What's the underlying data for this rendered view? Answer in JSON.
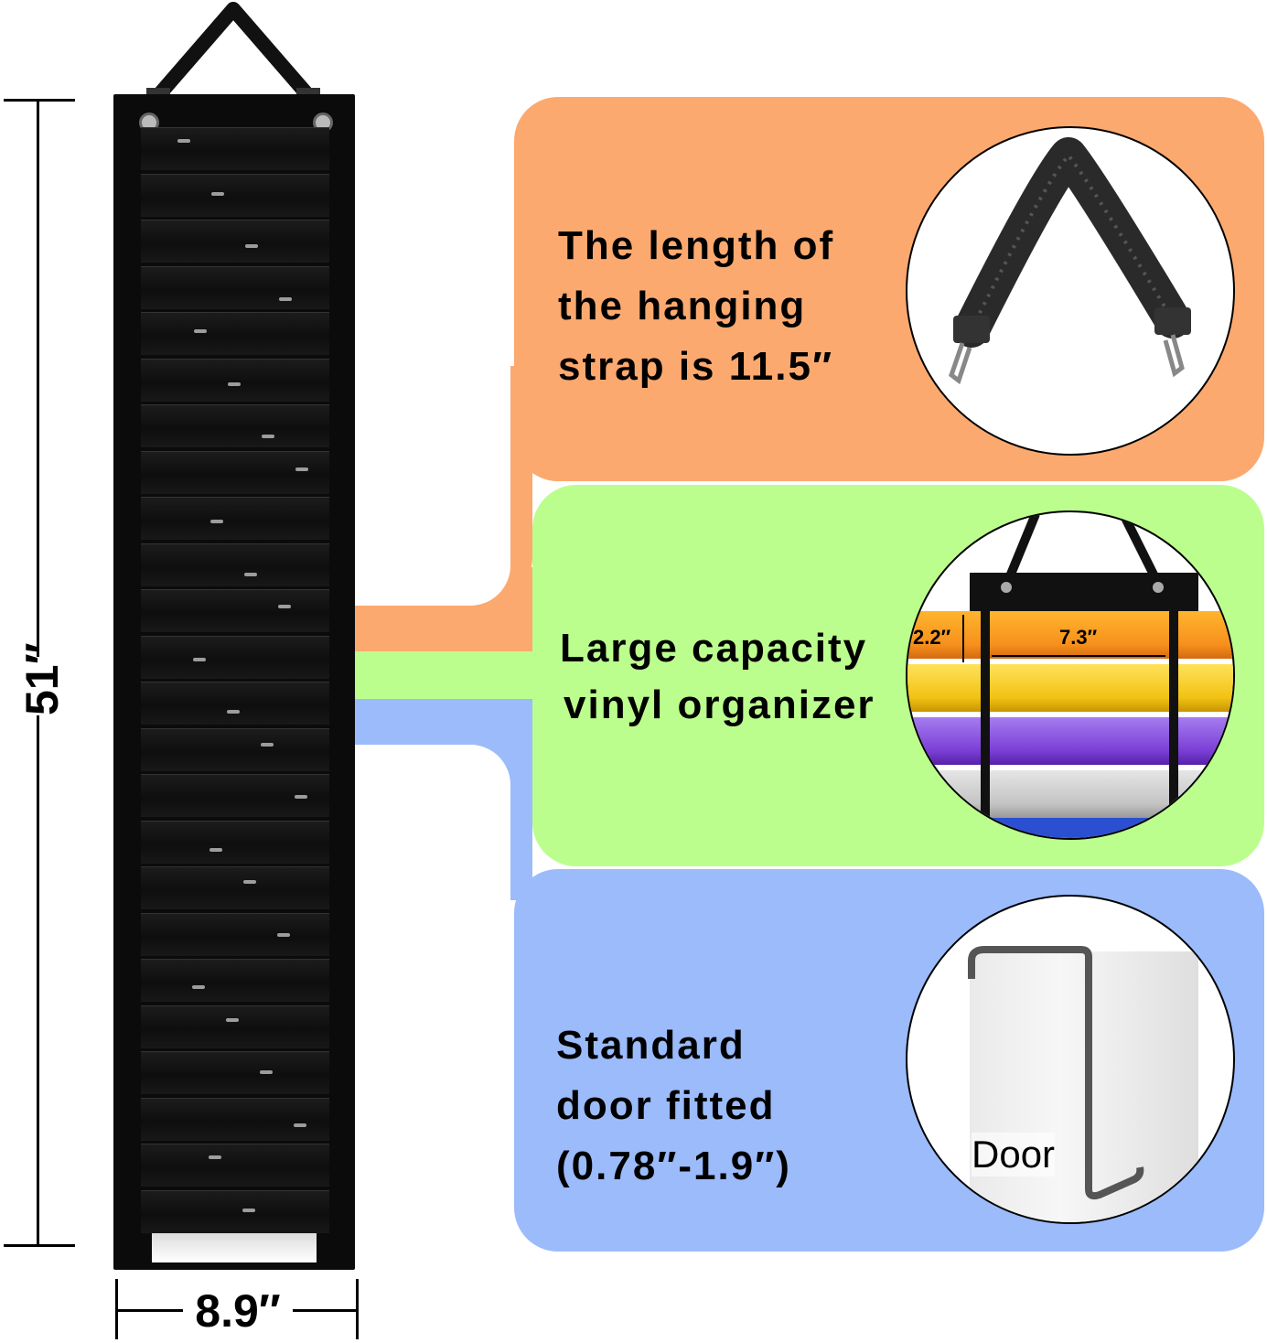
{
  "dimensions": {
    "height": "51″",
    "width": "8.9″"
  },
  "panels": {
    "strap": {
      "lines": [
        "The length of",
        "the hanging",
        "strap is 11.5″"
      ],
      "color": "#fca96f",
      "icon": "hanging-strap-photo"
    },
    "capacity": {
      "lines": [
        "Large capacity",
        "vinyl organizer"
      ],
      "color": "#bcfe8e",
      "icon": "vinyl-rolls-photo",
      "roll_height_label": "2.2″",
      "roll_width_label": "7.3″"
    },
    "door": {
      "lines": [
        "Standard",
        "door fitted",
        "(0.78″-1.9″)"
      ],
      "color": "#9bbbfb",
      "icon": "door-hook-photo",
      "door_label": "Door"
    }
  }
}
